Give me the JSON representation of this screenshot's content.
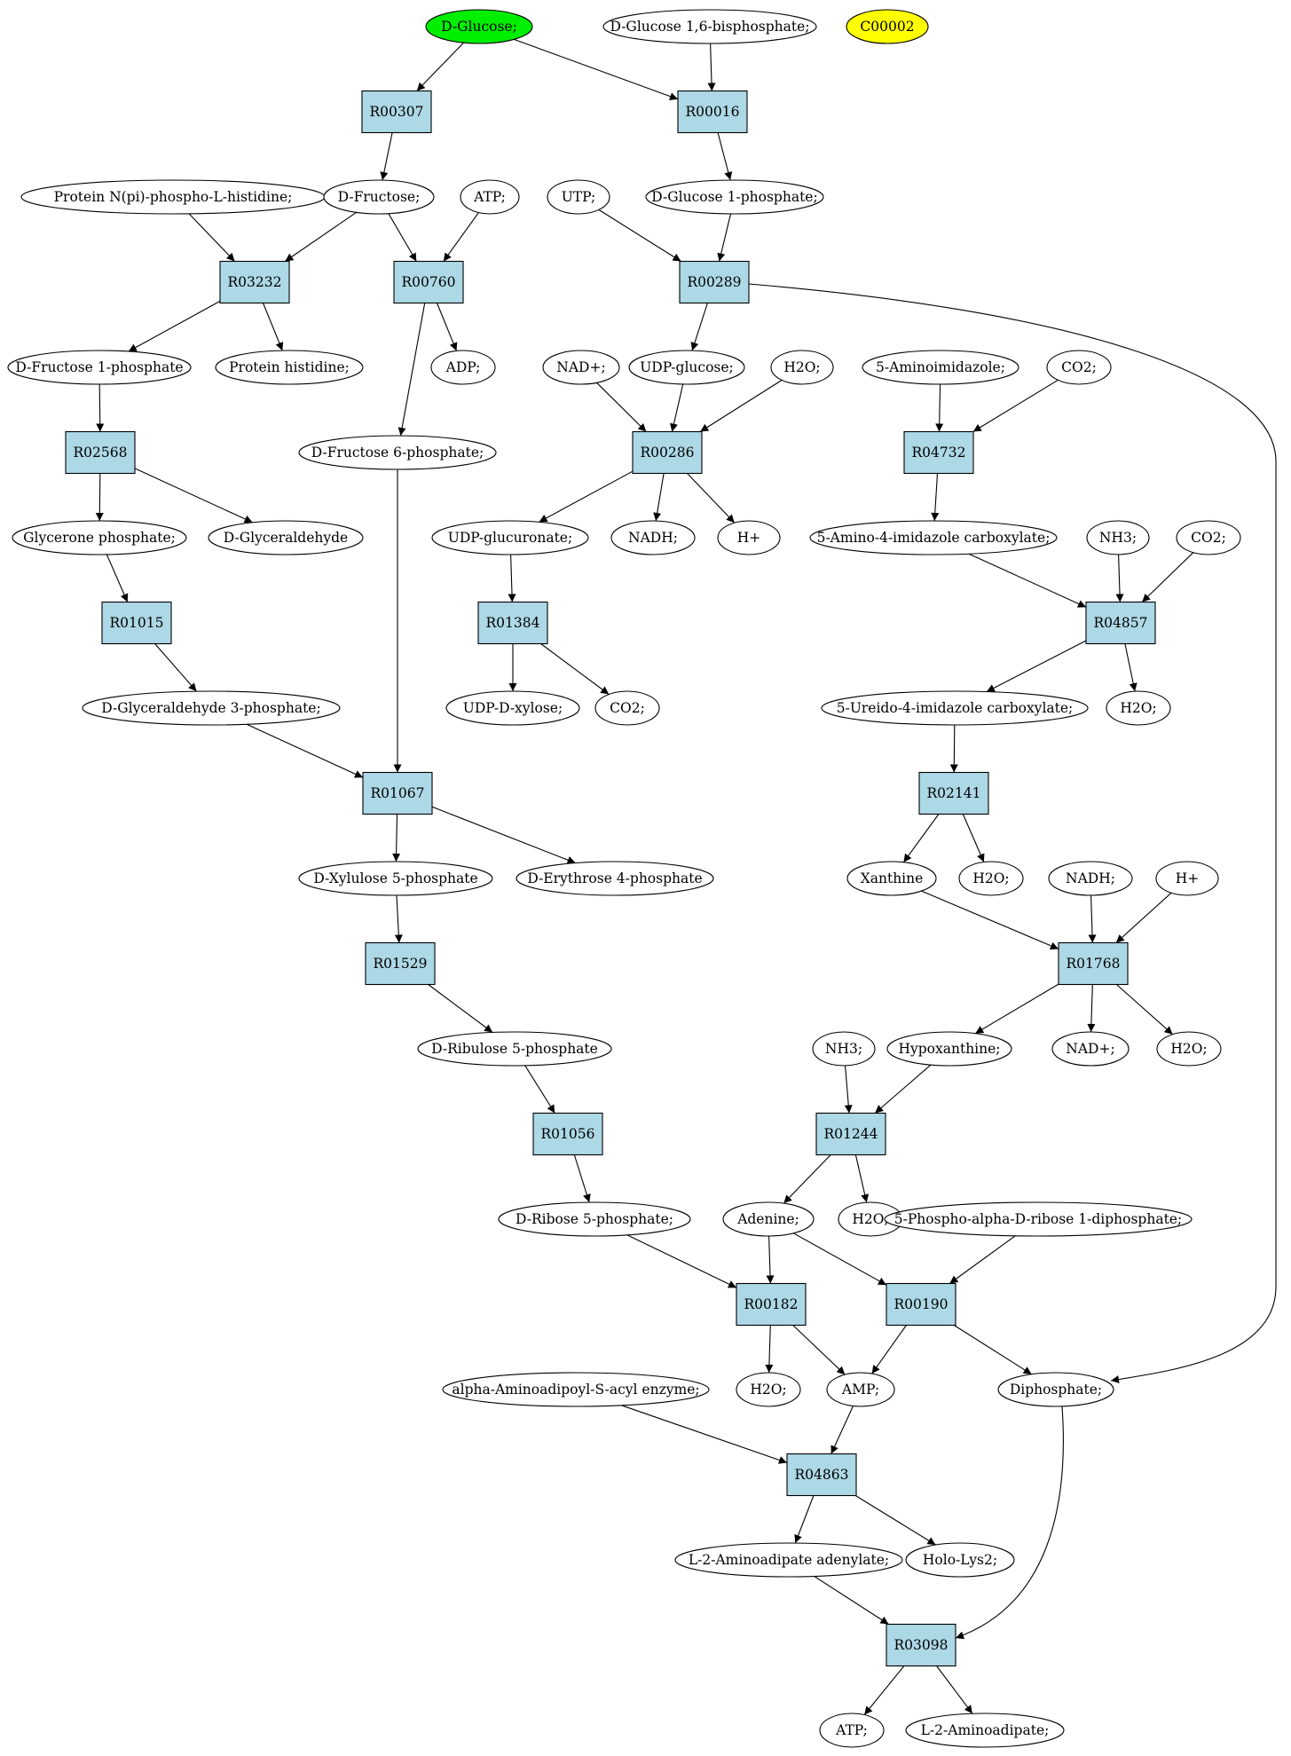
{
  "colors": {
    "reaction_fill": "#add8e6",
    "metabolite_fill": "#ffffff",
    "start_fill": "#00ee00",
    "target_fill": "#ffff00",
    "stroke": "#000000"
  },
  "nodes": {
    "glc": {
      "label": "D-Glucose;"
    },
    "g16bp": {
      "label": "D-Glucose 1,6-bisphosphate;"
    },
    "c00002": {
      "label": "C00002"
    },
    "R00307": {
      "label": "R00307"
    },
    "R00016": {
      "label": "R00016"
    },
    "prot_his_p": {
      "label": "Protein N(pi)-phospho-L-histidine;"
    },
    "fru": {
      "label": "D-Fructose;"
    },
    "atp1": {
      "label": "ATP;"
    },
    "utp": {
      "label": "UTP;"
    },
    "g1p": {
      "label": "D-Glucose 1-phosphate;"
    },
    "R03232": {
      "label": "R03232"
    },
    "R00760": {
      "label": "R00760"
    },
    "R00289": {
      "label": "R00289"
    },
    "f1p": {
      "label": "D-Fructose 1-phosphate"
    },
    "prot_his": {
      "label": "Protein histidine;"
    },
    "adp": {
      "label": "ADP;"
    },
    "nadp1": {
      "label": "NAD+;"
    },
    "udpglc": {
      "label": "UDP-glucose;"
    },
    "h2o1": {
      "label": "H2O;"
    },
    "aminoimid": {
      "label": "5-Aminoimidazole;"
    },
    "co2a": {
      "label": "CO2;"
    },
    "R02568": {
      "label": "R02568"
    },
    "f6p": {
      "label": "D-Fructose 6-phosphate;"
    },
    "R00286": {
      "label": "R00286"
    },
    "R04732": {
      "label": "R04732"
    },
    "glycp": {
      "label": "Glycerone phosphate;"
    },
    "glyald": {
      "label": "D-Glyceraldehyde"
    },
    "udpglcur": {
      "label": "UDP-glucuronate;"
    },
    "nadh1": {
      "label": "NADH;"
    },
    "hplus1": {
      "label": "H+"
    },
    "aicarb": {
      "label": "5-Amino-4-imidazole carboxylate;"
    },
    "nh3a": {
      "label": "NH3;"
    },
    "co2b": {
      "label": "CO2;"
    },
    "R01015": {
      "label": "R01015"
    },
    "R01384": {
      "label": "R01384"
    },
    "R04857": {
      "label": "R04857"
    },
    "g3p": {
      "label": "D-Glyceraldehyde 3-phosphate;"
    },
    "udpxyl": {
      "label": "UDP-D-xylose;"
    },
    "co2c": {
      "label": "CO2;"
    },
    "ureido": {
      "label": "5-Ureido-4-imidazole carboxylate;"
    },
    "h2o2": {
      "label": "H2O;"
    },
    "R01067": {
      "label": "R01067"
    },
    "R02141": {
      "label": "R02141"
    },
    "xu5p": {
      "label": "D-Xylulose 5-phosphate"
    },
    "e4p": {
      "label": "D-Erythrose 4-phosphate"
    },
    "xanth": {
      "label": "Xanthine"
    },
    "h2o3": {
      "label": "H2O;"
    },
    "nadh2": {
      "label": "NADH;"
    },
    "hplus2": {
      "label": "H+"
    },
    "R01529": {
      "label": "R01529"
    },
    "R01768": {
      "label": "R01768"
    },
    "ru5p": {
      "label": "D-Ribulose 5-phosphate"
    },
    "nh3b": {
      "label": "NH3;"
    },
    "hypox": {
      "label": "Hypoxanthine;"
    },
    "nadp2": {
      "label": "NAD+;"
    },
    "h2o4": {
      "label": "H2O;"
    },
    "R01056": {
      "label": "R01056"
    },
    "R01244": {
      "label": "R01244"
    },
    "r5p": {
      "label": "D-Ribose 5-phosphate;"
    },
    "adenine": {
      "label": "Adenine;"
    },
    "h2o5": {
      "label": "H2O;"
    },
    "prpp": {
      "label": "5-Phospho-alpha-D-ribose 1-diphosphate;"
    },
    "R00182": {
      "label": "R00182"
    },
    "R00190": {
      "label": "R00190"
    },
    "aminoadip_acyl": {
      "label": "alpha-Aminoadipoyl-S-acyl enzyme;"
    },
    "h2o6": {
      "label": "H2O;"
    },
    "amp": {
      "label": "AMP;"
    },
    "diphos": {
      "label": "Diphosphate;"
    },
    "R04863": {
      "label": "R04863"
    },
    "l2aa_aden": {
      "label": "L-2-Aminoadipate adenylate;"
    },
    "hololys2": {
      "label": "Holo-Lys2;"
    },
    "R03098": {
      "label": "R03098"
    },
    "atp2": {
      "label": "ATP;"
    },
    "l2aa": {
      "label": "L-2-Aminoadipate;"
    }
  },
  "edges": [
    [
      "glc",
      "R00307"
    ],
    [
      "glc",
      "R00016"
    ],
    [
      "g16bp",
      "R00016"
    ],
    [
      "R00307",
      "fru"
    ],
    [
      "R00016",
      "g1p"
    ],
    [
      "prot_his_p",
      "R03232"
    ],
    [
      "fru",
      "R03232"
    ],
    [
      "fru",
      "R00760"
    ],
    [
      "atp1",
      "R00760"
    ],
    [
      "utp",
      "R00289"
    ],
    [
      "g1p",
      "R00289"
    ],
    [
      "R03232",
      "f1p"
    ],
    [
      "R03232",
      "prot_his"
    ],
    [
      "R00760",
      "adp"
    ],
    [
      "R00760",
      "f6p"
    ],
    [
      "R00289",
      "udpglc"
    ],
    [
      "R00289",
      "diphos"
    ],
    [
      "nadp1",
      "R00286"
    ],
    [
      "udpglc",
      "R00286"
    ],
    [
      "h2o1",
      "R00286"
    ],
    [
      "aminoimid",
      "R04732"
    ],
    [
      "co2a",
      "R04732"
    ],
    [
      "f1p",
      "R02568"
    ],
    [
      "R02568",
      "glycp"
    ],
    [
      "R02568",
      "glyald"
    ],
    [
      "R00286",
      "udpglcur"
    ],
    [
      "R00286",
      "nadh1"
    ],
    [
      "R00286",
      "hplus1"
    ],
    [
      "R04732",
      "aicarb"
    ],
    [
      "glycp",
      "R01015"
    ],
    [
      "udpglcur",
      "R01384"
    ],
    [
      "aicarb",
      "R04857"
    ],
    [
      "nh3a",
      "R04857"
    ],
    [
      "co2b",
      "R04857"
    ],
    [
      "R01015",
      "g3p"
    ],
    [
      "R01384",
      "udpxyl"
    ],
    [
      "R01384",
      "co2c"
    ],
    [
      "R04857",
      "ureido"
    ],
    [
      "R04857",
      "h2o2"
    ],
    [
      "g3p",
      "R01067"
    ],
    [
      "f6p",
      "R01067"
    ],
    [
      "ureido",
      "R02141"
    ],
    [
      "R01067",
      "xu5p"
    ],
    [
      "R01067",
      "e4p"
    ],
    [
      "R02141",
      "xanth"
    ],
    [
      "R02141",
      "h2o3"
    ],
    [
      "xu5p",
      "R01529"
    ],
    [
      "xanth",
      "R01768"
    ],
    [
      "nadh2",
      "R01768"
    ],
    [
      "hplus2",
      "R01768"
    ],
    [
      "R01529",
      "ru5p"
    ],
    [
      "R01768",
      "hypox"
    ],
    [
      "R01768",
      "nadp2"
    ],
    [
      "R01768",
      "h2o4"
    ],
    [
      "ru5p",
      "R01056"
    ],
    [
      "nh3b",
      "R01244"
    ],
    [
      "hypox",
      "R01244"
    ],
    [
      "R01056",
      "r5p"
    ],
    [
      "R01244",
      "adenine"
    ],
    [
      "R01244",
      "h2o5"
    ],
    [
      "r5p",
      "R00182"
    ],
    [
      "adenine",
      "R00182"
    ],
    [
      "adenine",
      "R00190"
    ],
    [
      "prpp",
      "R00190"
    ],
    [
      "R00182",
      "h2o6"
    ],
    [
      "R00182",
      "amp"
    ],
    [
      "R00190",
      "amp"
    ],
    [
      "R00190",
      "diphos"
    ],
    [
      "aminoadip_acyl",
      "R04863"
    ],
    [
      "amp",
      "R04863"
    ],
    [
      "R04863",
      "l2aa_aden"
    ],
    [
      "R04863",
      "hololys2"
    ],
    [
      "l2aa_aden",
      "R03098"
    ],
    [
      "diphos",
      "R03098"
    ],
    [
      "R03098",
      "atp2"
    ],
    [
      "R03098",
      "l2aa"
    ]
  ]
}
